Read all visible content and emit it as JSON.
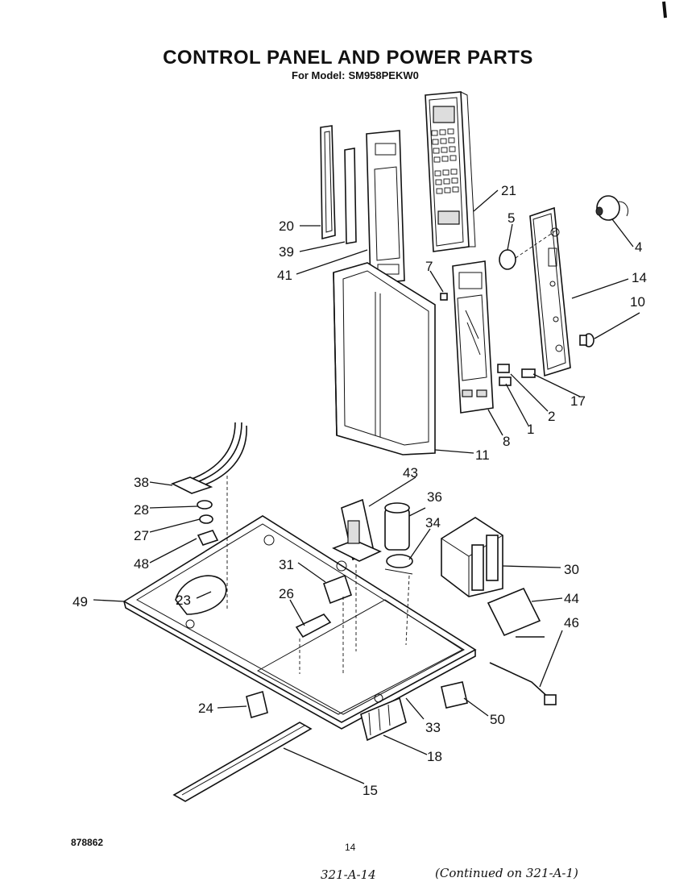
{
  "header": {
    "title": "CONTROL PANEL AND POWER PARTS",
    "model_label": "For Model:",
    "model_number": "SM958PEKW0"
  },
  "callouts": [
    {
      "id": "c20",
      "label": "20"
    },
    {
      "id": "c39",
      "label": "39"
    },
    {
      "id": "c41",
      "label": "41"
    },
    {
      "id": "c21",
      "label": "21"
    },
    {
      "id": "c5",
      "label": "5"
    },
    {
      "id": "c4",
      "label": "4"
    },
    {
      "id": "c14",
      "label": "14"
    },
    {
      "id": "c7",
      "label": "7"
    },
    {
      "id": "c10",
      "label": "10"
    },
    {
      "id": "c17",
      "label": "17"
    },
    {
      "id": "c2",
      "label": "2"
    },
    {
      "id": "c1",
      "label": "1"
    },
    {
      "id": "c8",
      "label": "8"
    },
    {
      "id": "c11",
      "label": "11"
    },
    {
      "id": "c43",
      "label": "43"
    },
    {
      "id": "c36",
      "label": "36"
    },
    {
      "id": "c38",
      "label": "38"
    },
    {
      "id": "c28",
      "label": "28"
    },
    {
      "id": "c27",
      "label": "27"
    },
    {
      "id": "c34",
      "label": "34"
    },
    {
      "id": "c48",
      "label": "48"
    },
    {
      "id": "c31",
      "label": "31"
    },
    {
      "id": "c30",
      "label": "30"
    },
    {
      "id": "c44",
      "label": "44"
    },
    {
      "id": "c49",
      "label": "49"
    },
    {
      "id": "c23",
      "label": "23"
    },
    {
      "id": "c26",
      "label": "26"
    },
    {
      "id": "c46",
      "label": "46"
    },
    {
      "id": "c24",
      "label": "24"
    },
    {
      "id": "c33",
      "label": "33"
    },
    {
      "id": "c50",
      "label": "50"
    },
    {
      "id": "c18",
      "label": "18"
    },
    {
      "id": "c15",
      "label": "15"
    }
  ],
  "footer": {
    "doc_code": "878862",
    "page_number": "14",
    "handwritten_ref": "321-A-14",
    "handwritten_continued": "(Continued on 321-A-1)"
  }
}
